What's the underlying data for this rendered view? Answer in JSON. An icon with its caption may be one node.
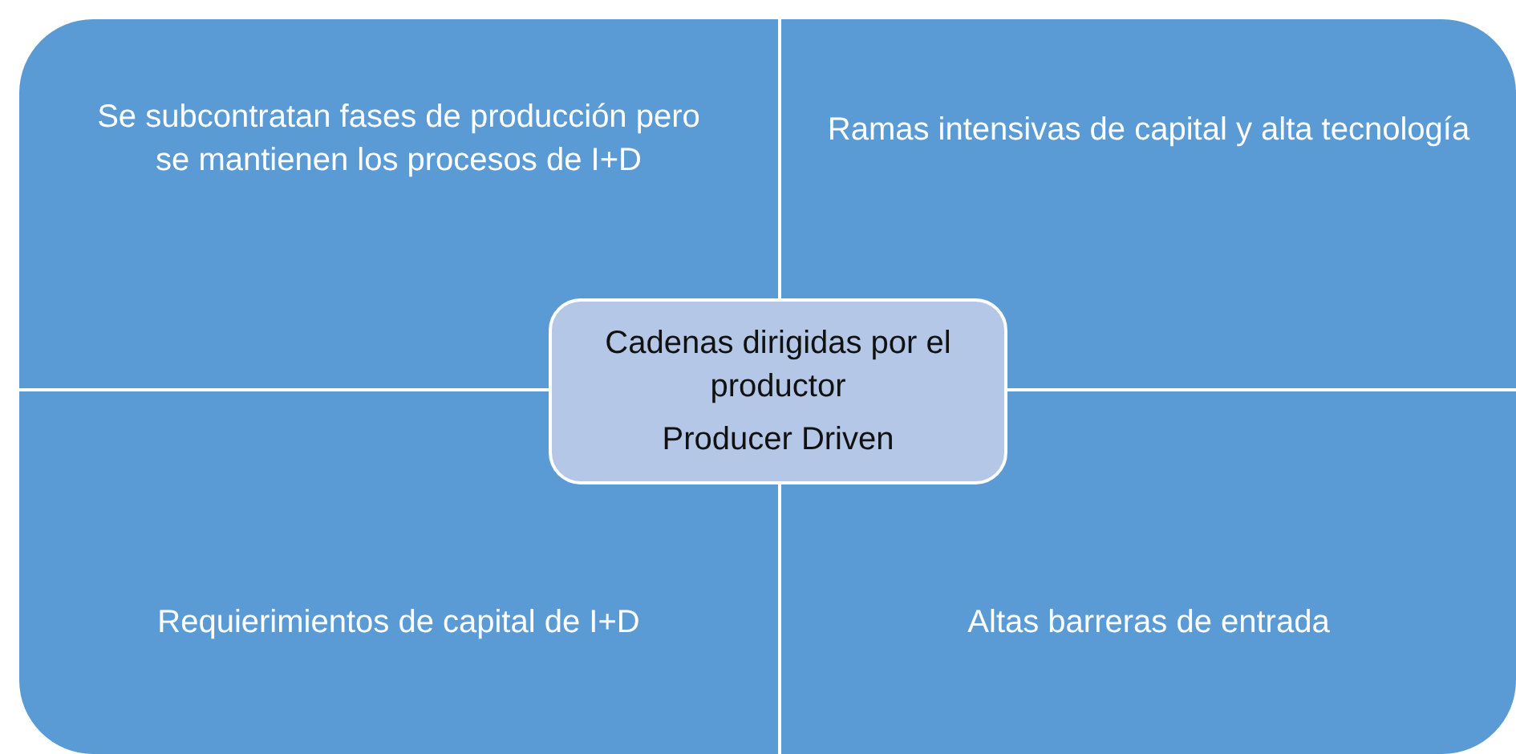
{
  "diagram": {
    "nodes": [
      {
        "text": [
          "Se subcontratan fases de producción pero se mantienen los procesos de I+D"
        ]
      },
      {
        "text": [
          "Ramas intensivas de capital y alta tecnología"
        ]
      },
      {
        "text": [
          "Cadenas dirigidas por el productor",
          "Producer Driven"
        ]
      },
      {
        "text": [
          "Requierimientos de capital de I+D"
        ]
      },
      {
        "text": [
          "Altas barreras de entrada"
        ]
      }
    ]
  }
}
